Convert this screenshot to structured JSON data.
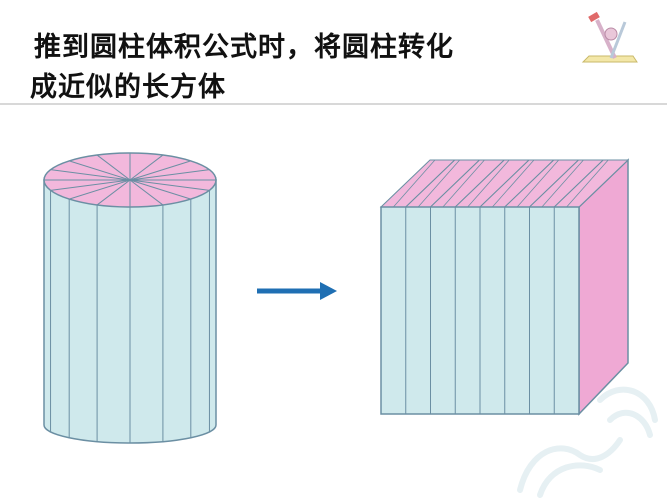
{
  "title": {
    "line1": "推到圆柱体积公式时，将圆柱转化",
    "line2": "成近似的长方体"
  },
  "colors": {
    "side_fill": "#cfe9ec",
    "side_stroke": "#6b8fa3",
    "top_fill": "#f2b8dc",
    "pink_face": "#efa9d4",
    "arrow": "#1f6fb3"
  },
  "diagram": {
    "cylinder_slices": 16,
    "prism_slices": 8
  }
}
